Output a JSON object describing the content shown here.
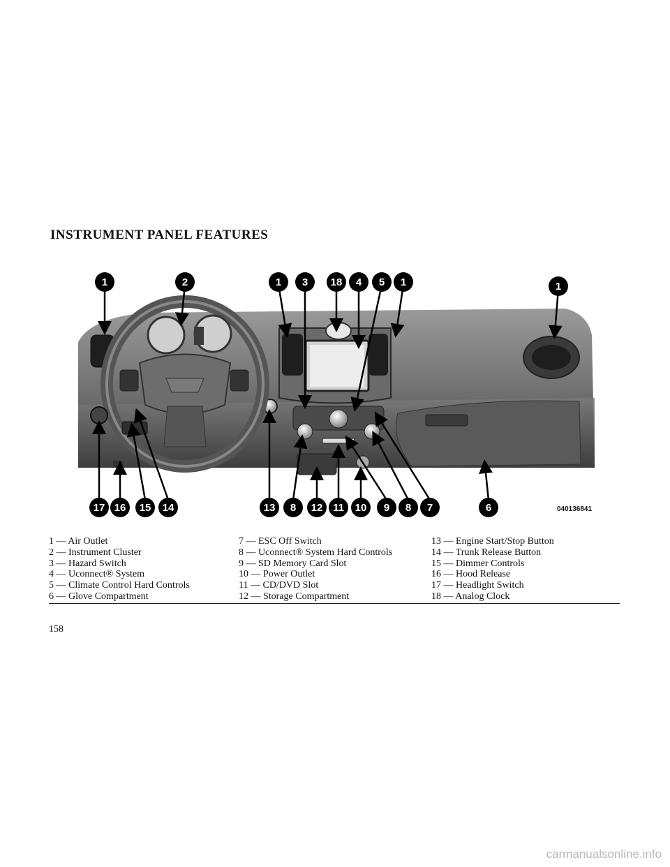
{
  "page": {
    "title": "INSTRUMENT PANEL FEATURES",
    "page_number": "158",
    "watermark": "carmanualsonline.info"
  },
  "figure": {
    "image_code": "040136841",
    "callouts_top": [
      "1",
      "2",
      "1",
      "3",
      "18",
      "4",
      "5",
      "1",
      "1"
    ],
    "callouts_bottom": [
      "17",
      "16",
      "15",
      "14",
      "13",
      "8",
      "12",
      "11",
      "10",
      "9",
      "8",
      "7",
      "6"
    ]
  },
  "legend": {
    "columns": [
      [
        "1 — Air Outlet",
        "2 — Instrument Cluster",
        "3 — Hazard Switch",
        "4 — Uconnect® System",
        "5 — Climate Control Hard Controls",
        "6 — Glove Compartment"
      ],
      [
        "7 — ESC Off Switch",
        "8 — Uconnect® System Hard Controls",
        "9 — SD Memory Card Slot",
        "10 — Power Outlet",
        "11 — CD/DVD Slot",
        "12 — Storage Compartment"
      ],
      [
        "13 — Engine Start/Stop Button",
        "14 — Trunk Release Button",
        "15 — Dimmer Controls",
        "16 — Hood Release",
        "17 — Headlight Switch",
        "18 — Analog Clock"
      ]
    ]
  }
}
